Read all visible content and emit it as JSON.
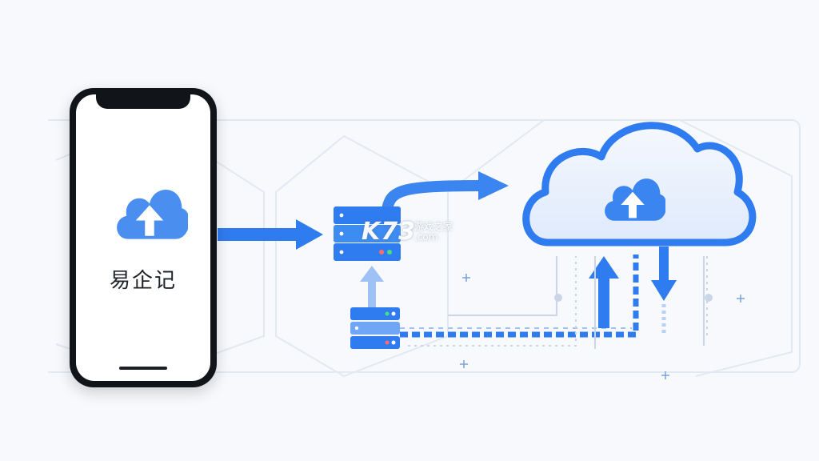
{
  "app": {
    "name": "易企记"
  },
  "watermark": {
    "logo": "K73",
    "cn": "游戏之家",
    "domain": ".com"
  },
  "icons": {
    "phone_app": "cloud-upload-icon",
    "cloud_center": "cloud-upload-icon",
    "servers": "server-icon"
  },
  "colors": {
    "accent": "#2f7cf0",
    "accent_light": "#6fa6f5",
    "cloud_fill": "#e9f1fd",
    "phone_frame": "#111418",
    "background": "#f7f9fc"
  }
}
